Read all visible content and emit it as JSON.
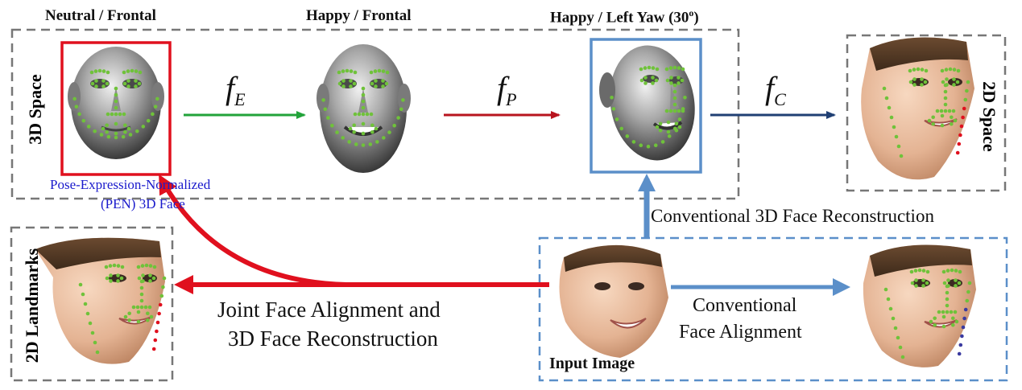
{
  "headers": {
    "neutral_frontal": "Neutral / Frontal",
    "happy_frontal": "Happy / Frontal",
    "happy_left_yaw_prefix": "Happy / Left Yaw (30",
    "happy_left_yaw_sup": "o",
    "happy_left_yaw_suffix": ")"
  },
  "panels": {
    "space_3d": "3D Space",
    "space_2d": "2D Space",
    "landmarks_2d": "2D Landmarks"
  },
  "functions": {
    "f_e": {
      "base": "f",
      "sub": "E"
    },
    "f_p": {
      "base": "f",
      "sub": "P"
    },
    "f_c": {
      "base": "f",
      "sub": "C"
    }
  },
  "pen_label": {
    "line1": "Pose-Expression-Normalized",
    "line2": "(PEN) 3D Face"
  },
  "captions": {
    "conventional_reconstruction": "Conventional 3D Face Reconstruction",
    "joint_line1": "Joint Face Alignment and",
    "joint_line2": "3D Face Reconstruction",
    "conv_alignment_line1": "Conventional",
    "conv_alignment_line2": "Face Alignment",
    "input_image": "Input Image"
  },
  "colors": {
    "red": "#e0101e",
    "green": "#22a33a",
    "darkred": "#b8141e",
    "navy": "#1f3f73",
    "blue": "#5b8fc9",
    "pen_text": "#1a1acc",
    "landmark": "#6fc23a"
  }
}
